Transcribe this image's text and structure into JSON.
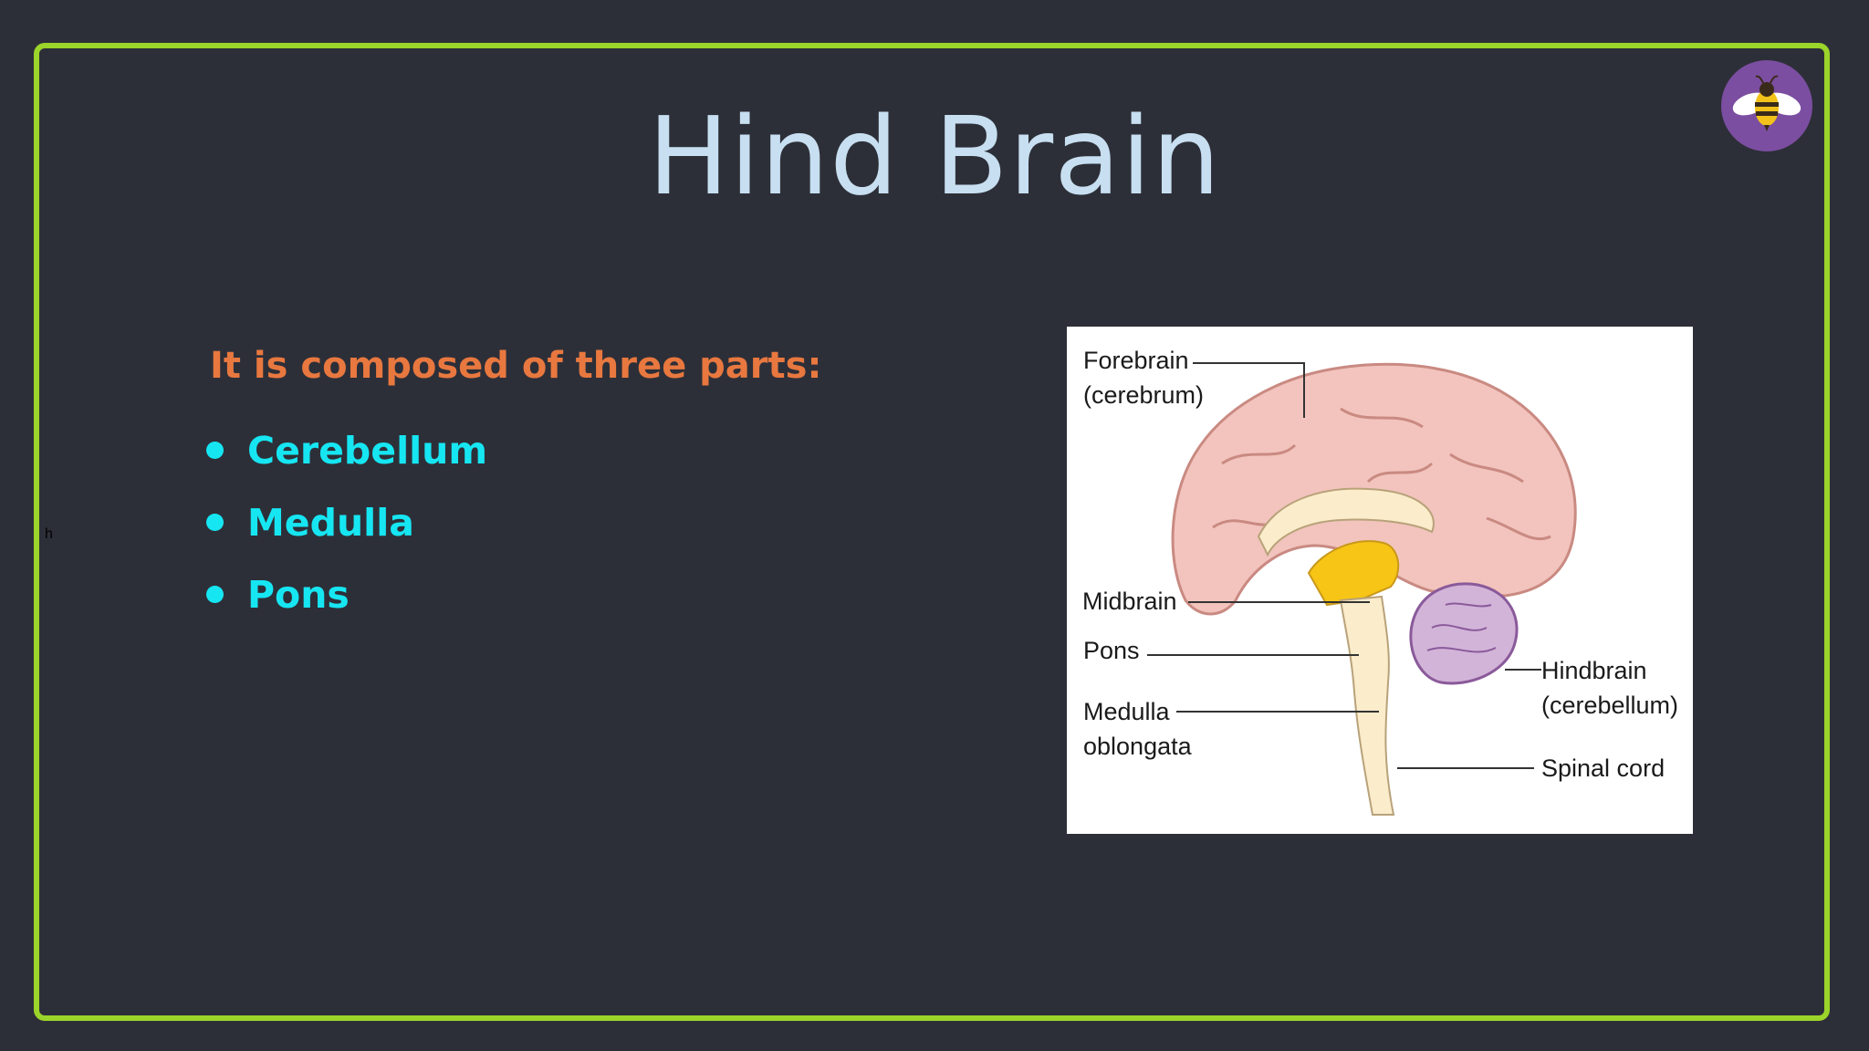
{
  "slide": {
    "title": "Hind Brain",
    "intro": "It is composed of three parts:",
    "bullets": [
      "Cerebellum",
      "Medulla",
      "Pons"
    ],
    "stray_text": "h"
  },
  "logo": {
    "icon": "bee-icon",
    "background": "#7b4ea1"
  },
  "colors": {
    "background": "#2d2f38",
    "frame": "#9bd42a",
    "title": "#c7dff0",
    "intro": "#e8783f",
    "bullets": "#16e6f2"
  },
  "diagram": {
    "labels": {
      "forebrain_1": "Forebrain",
      "forebrain_2": "(cerebrum)",
      "midbrain": "Midbrain",
      "pons": "Pons",
      "medulla_1": "Medulla",
      "medulla_2": "oblongata",
      "hindbrain_1": "Hindbrain",
      "hindbrain_2": "(cerebellum)",
      "spinal_cord": "Spinal cord"
    }
  }
}
